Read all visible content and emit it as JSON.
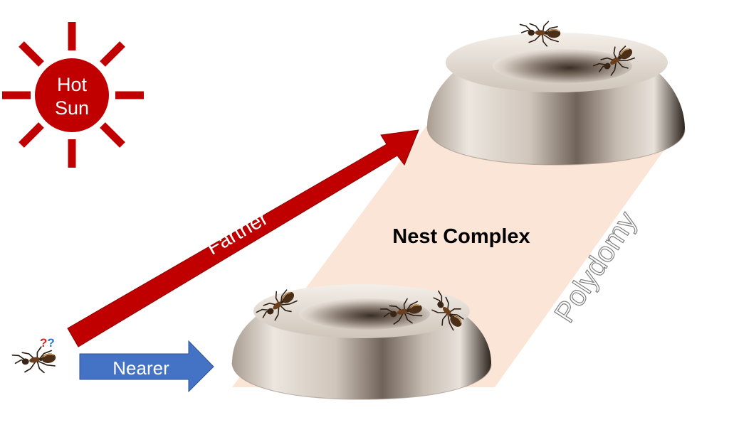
{
  "sun": {
    "line1": "Hot",
    "line2": "Sun"
  },
  "labels": {
    "farther": "Farther",
    "nearer": "Nearer",
    "nest_complex": "Nest Complex",
    "polydomy": "Polydomy",
    "question_marks": "??"
  },
  "colors": {
    "sun_red": "#c00000",
    "farther_arrow": "#c00000",
    "nearer_arrow": "#4472c4",
    "complex_band": "#fbe5d6",
    "question_red": "#e02020",
    "question_blue": "#2f75d6",
    "nest_light": "#e7e0d8",
    "nest_dark": "#4a3f36"
  }
}
